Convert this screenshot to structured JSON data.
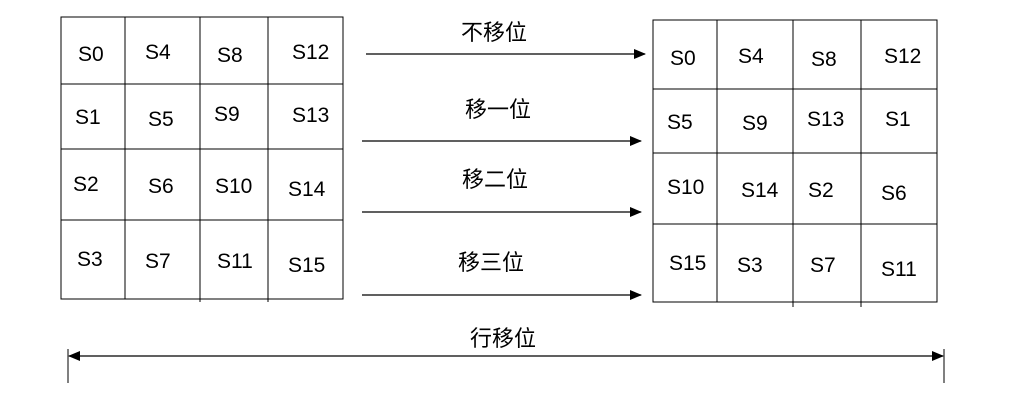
{
  "left_matrix": {
    "cells": [
      [
        "S0",
        "S4",
        "S8",
        "S12"
      ],
      [
        "S1",
        "S5",
        "S9",
        "S13"
      ],
      [
        "S2",
        "S6",
        "S10",
        "S14"
      ],
      [
        "S3",
        "S7",
        "S11",
        "S15"
      ]
    ]
  },
  "right_matrix": {
    "cells": [
      [
        "S0",
        "S4",
        "S8",
        "S12"
      ],
      [
        "S5",
        "S9",
        "S13",
        "S1"
      ],
      [
        "S10",
        "S14",
        "S2",
        "S6"
      ],
      [
        "S15",
        "S3",
        "S7",
        "S11"
      ]
    ]
  },
  "row_arrows": [
    {
      "label": "不移位"
    },
    {
      "label": "移一位"
    },
    {
      "label": "移二位"
    },
    {
      "label": "移三位"
    }
  ],
  "bottom_span": {
    "label": "行移位"
  },
  "colors": {
    "line": "#000000",
    "background": "#ffffff"
  }
}
